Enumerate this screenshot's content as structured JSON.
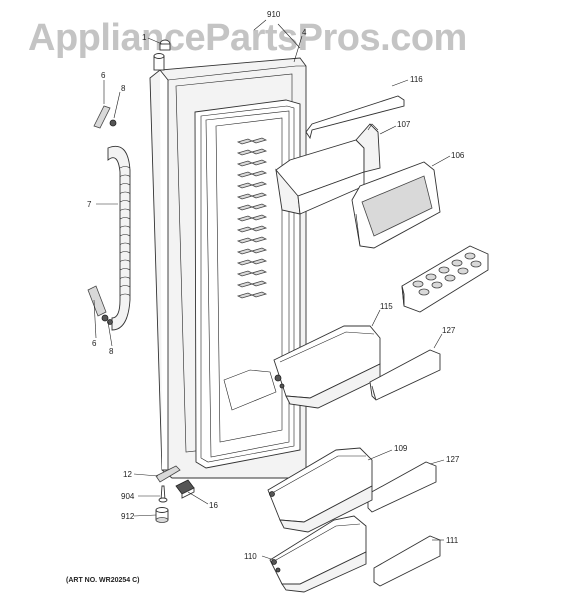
{
  "watermark": "AppliancePartsPros.com",
  "art_number": "(ART NO. WR20254 C)",
  "callouts": {
    "c910": "910",
    "c4": "4",
    "c1": "1",
    "c6a": "6",
    "c8a": "8",
    "c7": "7",
    "c6b": "6",
    "c8b": "8",
    "c116": "116",
    "c107": "107",
    "c106": "106",
    "c115": "115",
    "c127a": "127",
    "c109": "109",
    "c127b": "127",
    "c12": "12",
    "c904": "904",
    "c912": "912",
    "c16": "16",
    "c110": "110",
    "c111": "111"
  }
}
